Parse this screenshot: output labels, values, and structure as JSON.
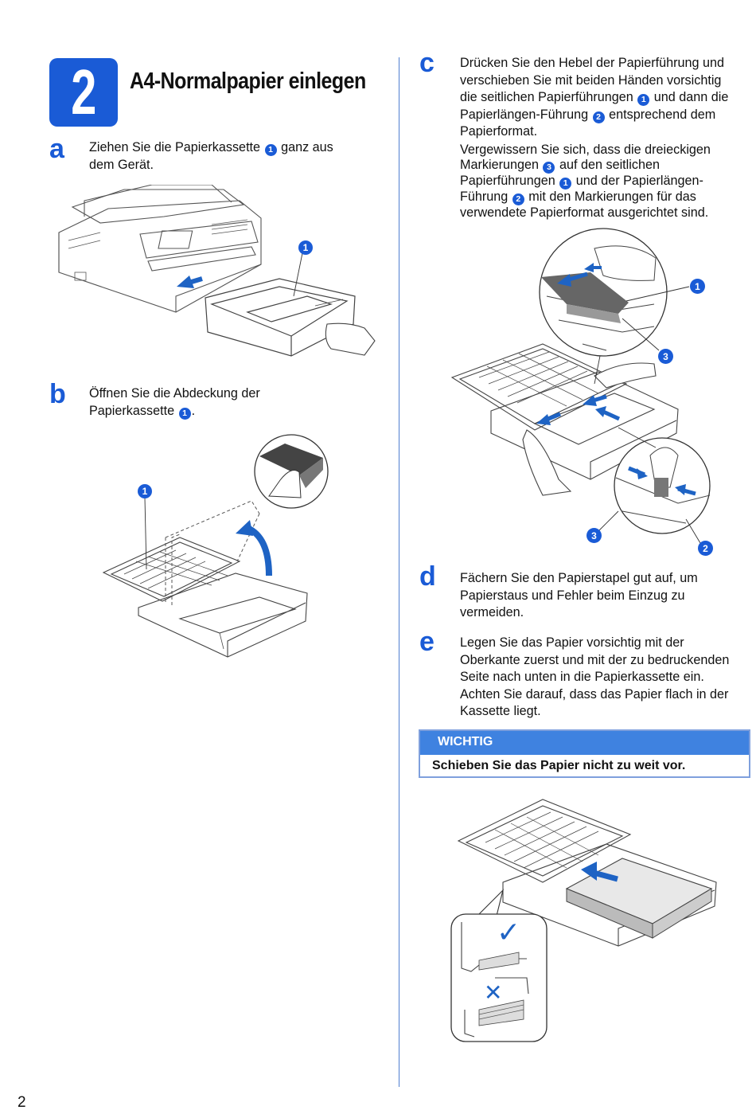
{
  "step": {
    "number": "2",
    "title": "A4-Normalpapier einlegen"
  },
  "steps": {
    "a": {
      "letter": "a",
      "text_1": "Ziehen Sie die Papierkassette",
      "badge_1": "1",
      "text_2": "ganz aus",
      "text_3": "dem Gerät."
    },
    "b": {
      "letter": "b",
      "text_1": "Öffnen Sie die Abdeckung der",
      "text_2": "Papierkassette",
      "badge_1": "1",
      "text_3": "."
    },
    "c": {
      "letter": "c",
      "p1_line1": "Drücken Sie den Hebel der Papierführung und",
      "p1_line2": "verschieben Sie mit beiden Händen vorsichtig",
      "p1_line3a": "die seitlichen Papierführungen",
      "p1_badge1": "1",
      "p1_line3b": "und dann die",
      "p1_line4a": "Papierlängen-Führung",
      "p1_badge2": "2",
      "p1_line4b": "entsprechend dem",
      "p1_line5": "Papierformat.",
      "p2_line1": "Vergewissern Sie sich, dass die dreieckigen",
      "p2_line2a": "Markierungen",
      "p2_badge3": "3",
      "p2_line2b": "auf den seitlichen",
      "p2_line3a": "Papierführungen",
      "p2_badge1": "1",
      "p2_line3b": "und der Papierlängen-",
      "p2_line4a": "Führung",
      "p2_badge2": "2",
      "p2_line4b": "mit den Markierungen für das",
      "p2_line5": "verwendete Papierformat ausgerichtet sind."
    },
    "d": {
      "letter": "d",
      "line1": "Fächern Sie den Papierstapel gut auf, um",
      "line2": "Papierstaus und Fehler beim Einzug zu",
      "line3": "vermeiden."
    },
    "e": {
      "letter": "e",
      "line1": "Legen Sie das Papier vorsichtig mit der",
      "line2": "Oberkante zuerst und mit der zu bedruckenden",
      "line3": "Seite nach unten in die Papierkassette ein.",
      "line4": "Achten Sie darauf, dass das Papier flach in der",
      "line5": "Kassette liegt."
    }
  },
  "note": {
    "heading": "WICHTIG",
    "body": "Schieben Sie das Papier nicht zu weit vor."
  },
  "callouts": {
    "a1": "1",
    "b1": "1",
    "c1": "1",
    "c3_top": "3",
    "c3_bottom": "3",
    "c2": "2"
  },
  "icons": {
    "check": "✓",
    "cross": "✕"
  },
  "colors": {
    "accent_blue": "#1a5bd6",
    "note_header": "#3f82e0",
    "arrow_blue": "#1e63c4"
  },
  "page_number": "2"
}
